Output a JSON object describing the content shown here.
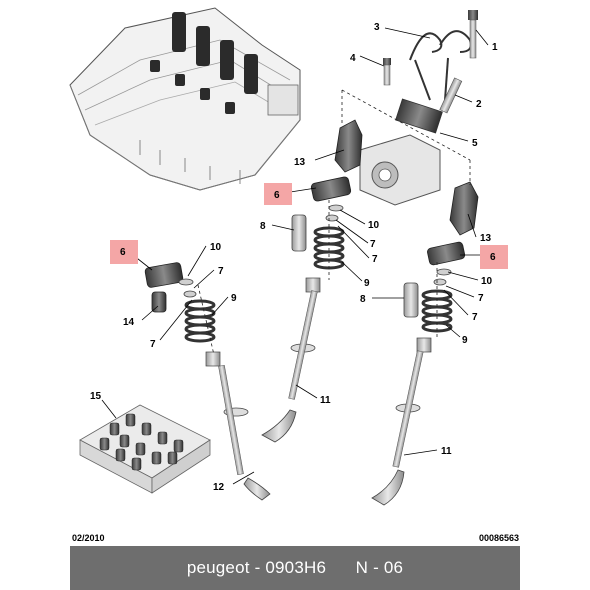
{
  "diagram": {
    "labels": {
      "c1": "1",
      "c2": "2",
      "c3": "3",
      "c4": "4",
      "c5": "5",
      "c6a": "6",
      "c6b": "6",
      "c6c": "6",
      "c7a": "7",
      "c7b": "7",
      "c7c": "7",
      "c7d": "7",
      "c7e": "7",
      "c7f": "7",
      "c8a": "8",
      "c8b": "8",
      "c9a": "9",
      "c9b": "9",
      "c9c": "9",
      "c10a": "10",
      "c10b": "10",
      "c10c": "10",
      "c11a": "11",
      "c11b": "11",
      "c12": "12",
      "c13a": "13",
      "c13b": "13",
      "c14": "14",
      "c15": "15"
    },
    "highlight_color": "#f4a6a6"
  },
  "footer": {
    "date": "02/2010",
    "ref": "00086563"
  },
  "caption": {
    "part": "peugeot - 0903H6",
    "code": "N - 06"
  }
}
